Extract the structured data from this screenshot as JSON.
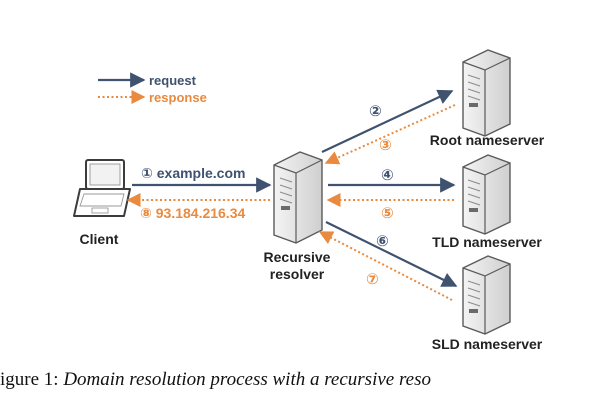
{
  "legend": {
    "request": "request",
    "response": "response"
  },
  "nodes": {
    "client": "Client",
    "resolver_line1": "Recursive",
    "resolver_line2": "resolver",
    "root": "Root nameserver",
    "tld": "TLD nameserver",
    "sld": "SLD nameserver"
  },
  "steps": {
    "s1": "① example.com",
    "s2": "②",
    "s3": "③",
    "s4": "④",
    "s5": "⑤",
    "s6": "⑥",
    "s7": "⑦",
    "s8": "⑧ 93.184.216.34"
  },
  "caption": {
    "prefix": "igure 1: ",
    "italic": "Domain resolution process with a recursive reso"
  },
  "colors": {
    "request": "#3f5270",
    "response": "#e98a3f",
    "server_body": "#e4e4e4",
    "server_stroke": "#5a5a5a",
    "text": "#222222"
  }
}
